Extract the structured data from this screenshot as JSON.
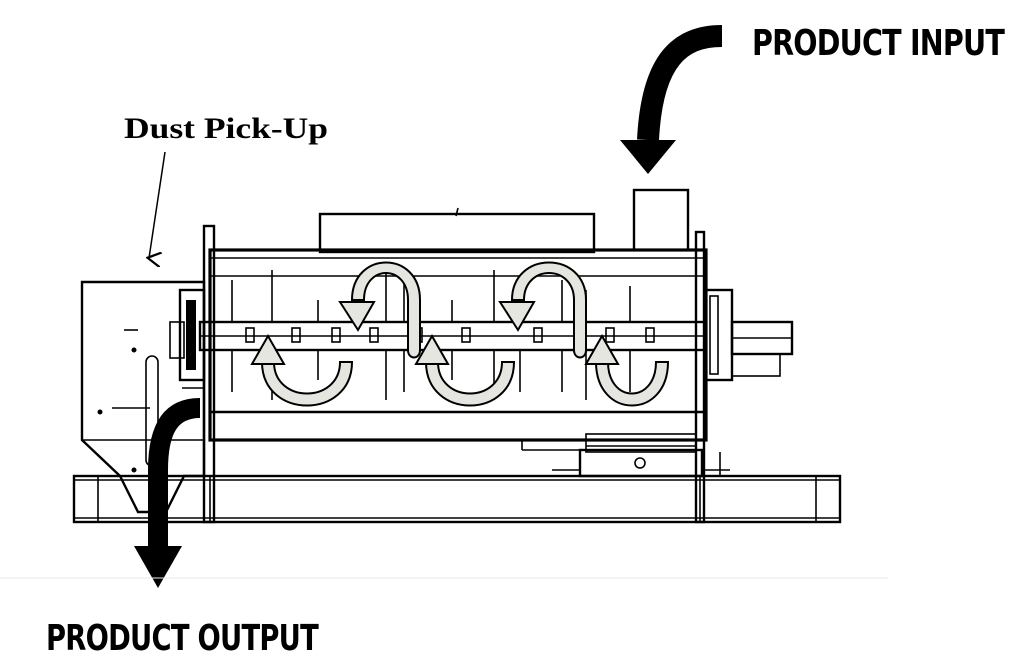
{
  "labels": {
    "product_input": "PRODUCT INPUT",
    "product_output": "PRODUCT OUTPUT",
    "dust_pickup": "Dust Pick-Up"
  },
  "colors": {
    "line": "#000000",
    "arrow_fill": "#e6e6e1",
    "background": "#ffffff"
  }
}
